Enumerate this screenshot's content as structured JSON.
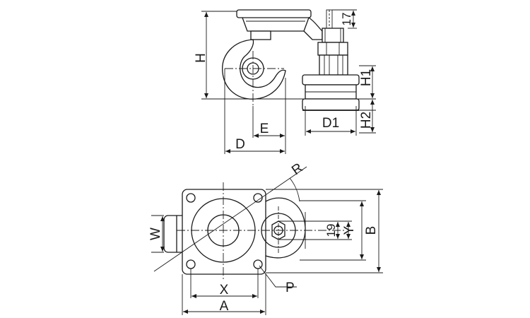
{
  "labels": {
    "H": "H",
    "H1": "H1",
    "H2": "H2",
    "dim_17": "17",
    "D": "D",
    "E": "E",
    "D1": "D1",
    "R": "R",
    "W": "W",
    "dim_19": "19",
    "Y": "Y",
    "B": "B",
    "X": "X",
    "A": "A",
    "P": "P"
  }
}
